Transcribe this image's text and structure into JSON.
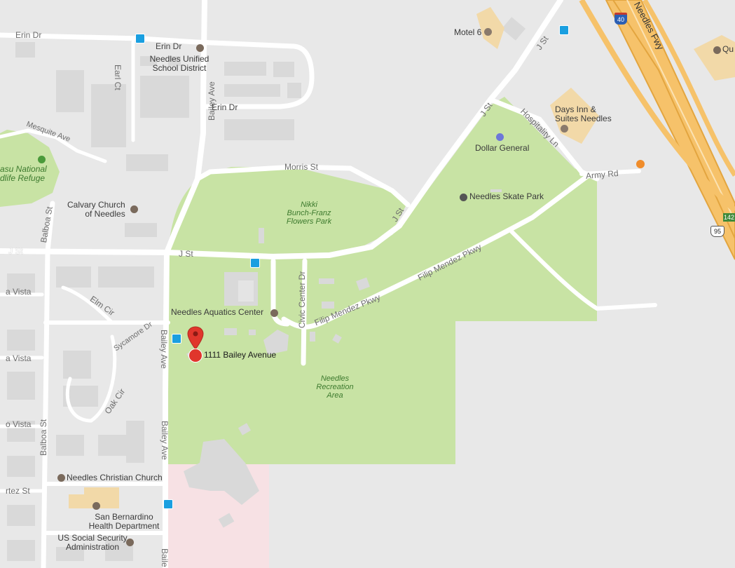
{
  "streets": {
    "erin_dr_1": "Erin Dr",
    "erin_dr_2": "Erin Dr",
    "erin_dr_3": "Erin Dr",
    "earl_ct": "Earl Ct",
    "bailey_ave_1": "Bailey Ave",
    "bailey_ave_2": "Bailey Ave",
    "bailey_ave_3": "Bailey Ave",
    "bailey_ave_4": "Baile",
    "mesquite_ave": "Mesquite Ave",
    "morris_st": "Morris St",
    "j_st_1": "J St",
    "j_st_2": "J St",
    "j_st_3": "J St",
    "j_st_4": "J St",
    "j_st_5": "J St",
    "balboa_st_1": "Balboa St",
    "balboa_st_2": "Balboa St",
    "hospitality_ln": "Hospitality Ln",
    "army_rd": "Army Rd",
    "needles_fwy": "Needles Fwy",
    "civic_center_dr": "Civic Center Dr",
    "filip_mendez_1": "Filip Mendez Pkwy",
    "filip_mendez_2": "Filip Mendez Pkwy",
    "elm_cir": "Elm Cir",
    "sycamore_dr": "Sycamore Dr",
    "oak_cir": "Oak Cir",
    "vista_1": "a Vista",
    "vista_2": "a Vista",
    "vista_3": "o Vista",
    "ortez_st": "rtez St"
  },
  "pois": {
    "motel6": "Motel 6",
    "school_district_line1": "Needles Unified",
    "school_district_line2": "School District",
    "days_inn_line1": "Days Inn &",
    "days_inn_line2": "Suites Needles",
    "dollar_general": "Dollar General",
    "refuge_line1": "asu National",
    "refuge_line2": "dlife Refuge",
    "calvary_line1": "Calvary Church",
    "calvary_line2": "of Needles",
    "skate_park": "Needles Skate Park",
    "aquatics": "Needles Aquatics Center",
    "christian_church": "Needles Christian Church",
    "health_line1": "San Bernardino",
    "health_line2": "Health Department",
    "ssa_line1": "US Social Security",
    "ssa_line2": "Administration",
    "qu": "Qu"
  },
  "parks": {
    "nikki_line1": "Nikki",
    "nikki_line2": "Bunch-Franz",
    "nikki_line3": "Flowers Park",
    "rec_line1": "Needles",
    "rec_line2": "Recreation",
    "rec_line3": "Area"
  },
  "highways": {
    "i40": "40",
    "us95": "95",
    "r142": "142"
  },
  "marker": {
    "address": "1111 Bailey Avenue"
  },
  "colors": {
    "land": "#e8e8e8",
    "park": "#c8e3a4",
    "road": "#ffffff",
    "freeway": "#f6c26a",
    "freeway_edge": "#e3a53f",
    "building": "#d7d7d7",
    "hospital": "#f7e1e4",
    "marker": "#e0362c"
  }
}
